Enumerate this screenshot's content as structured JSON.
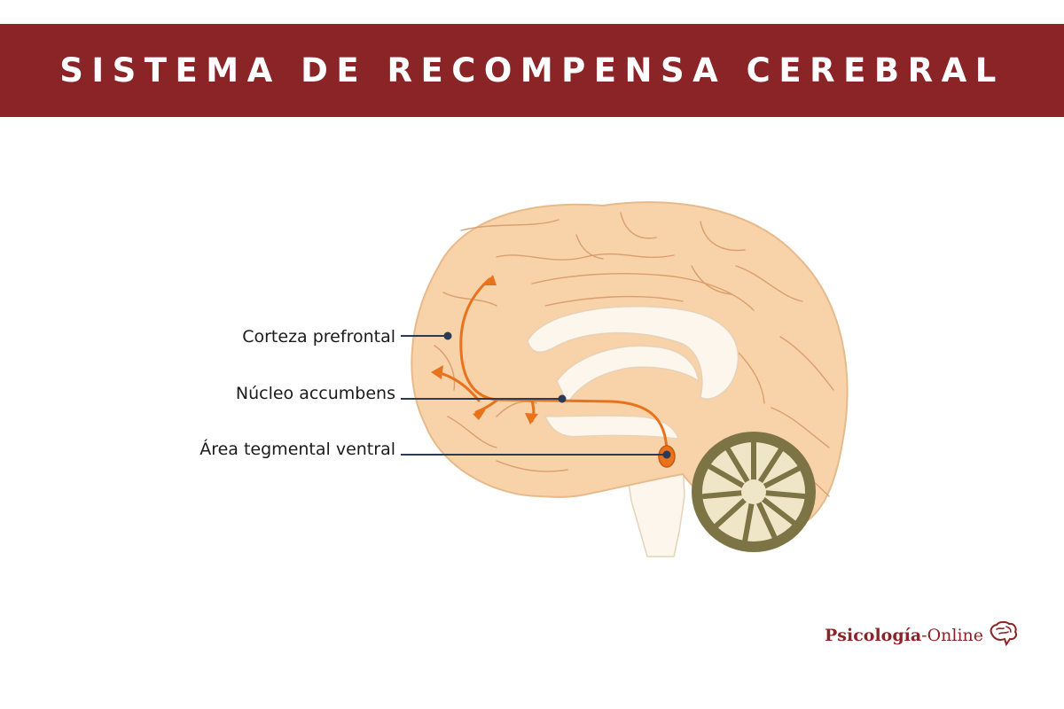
{
  "header": {
    "title": "SISTEMA DE RECOMPENSA CEREBRAL"
  },
  "diagram": {
    "labels": {
      "prefrontal": "Corteza prefrontal",
      "accumbens": "Núcleo accumbens",
      "vta": "Área tegmental ventral"
    }
  },
  "brand": {
    "name_main": "Psicología",
    "name_suffix": "-Online",
    "icon": "brain-icon"
  },
  "colors": {
    "banner": "#8b2427",
    "brain": "#f8d2a8",
    "pathway": "#e8731c",
    "cerebellum": "#7d7445",
    "leader_line": "#2b3a55"
  }
}
